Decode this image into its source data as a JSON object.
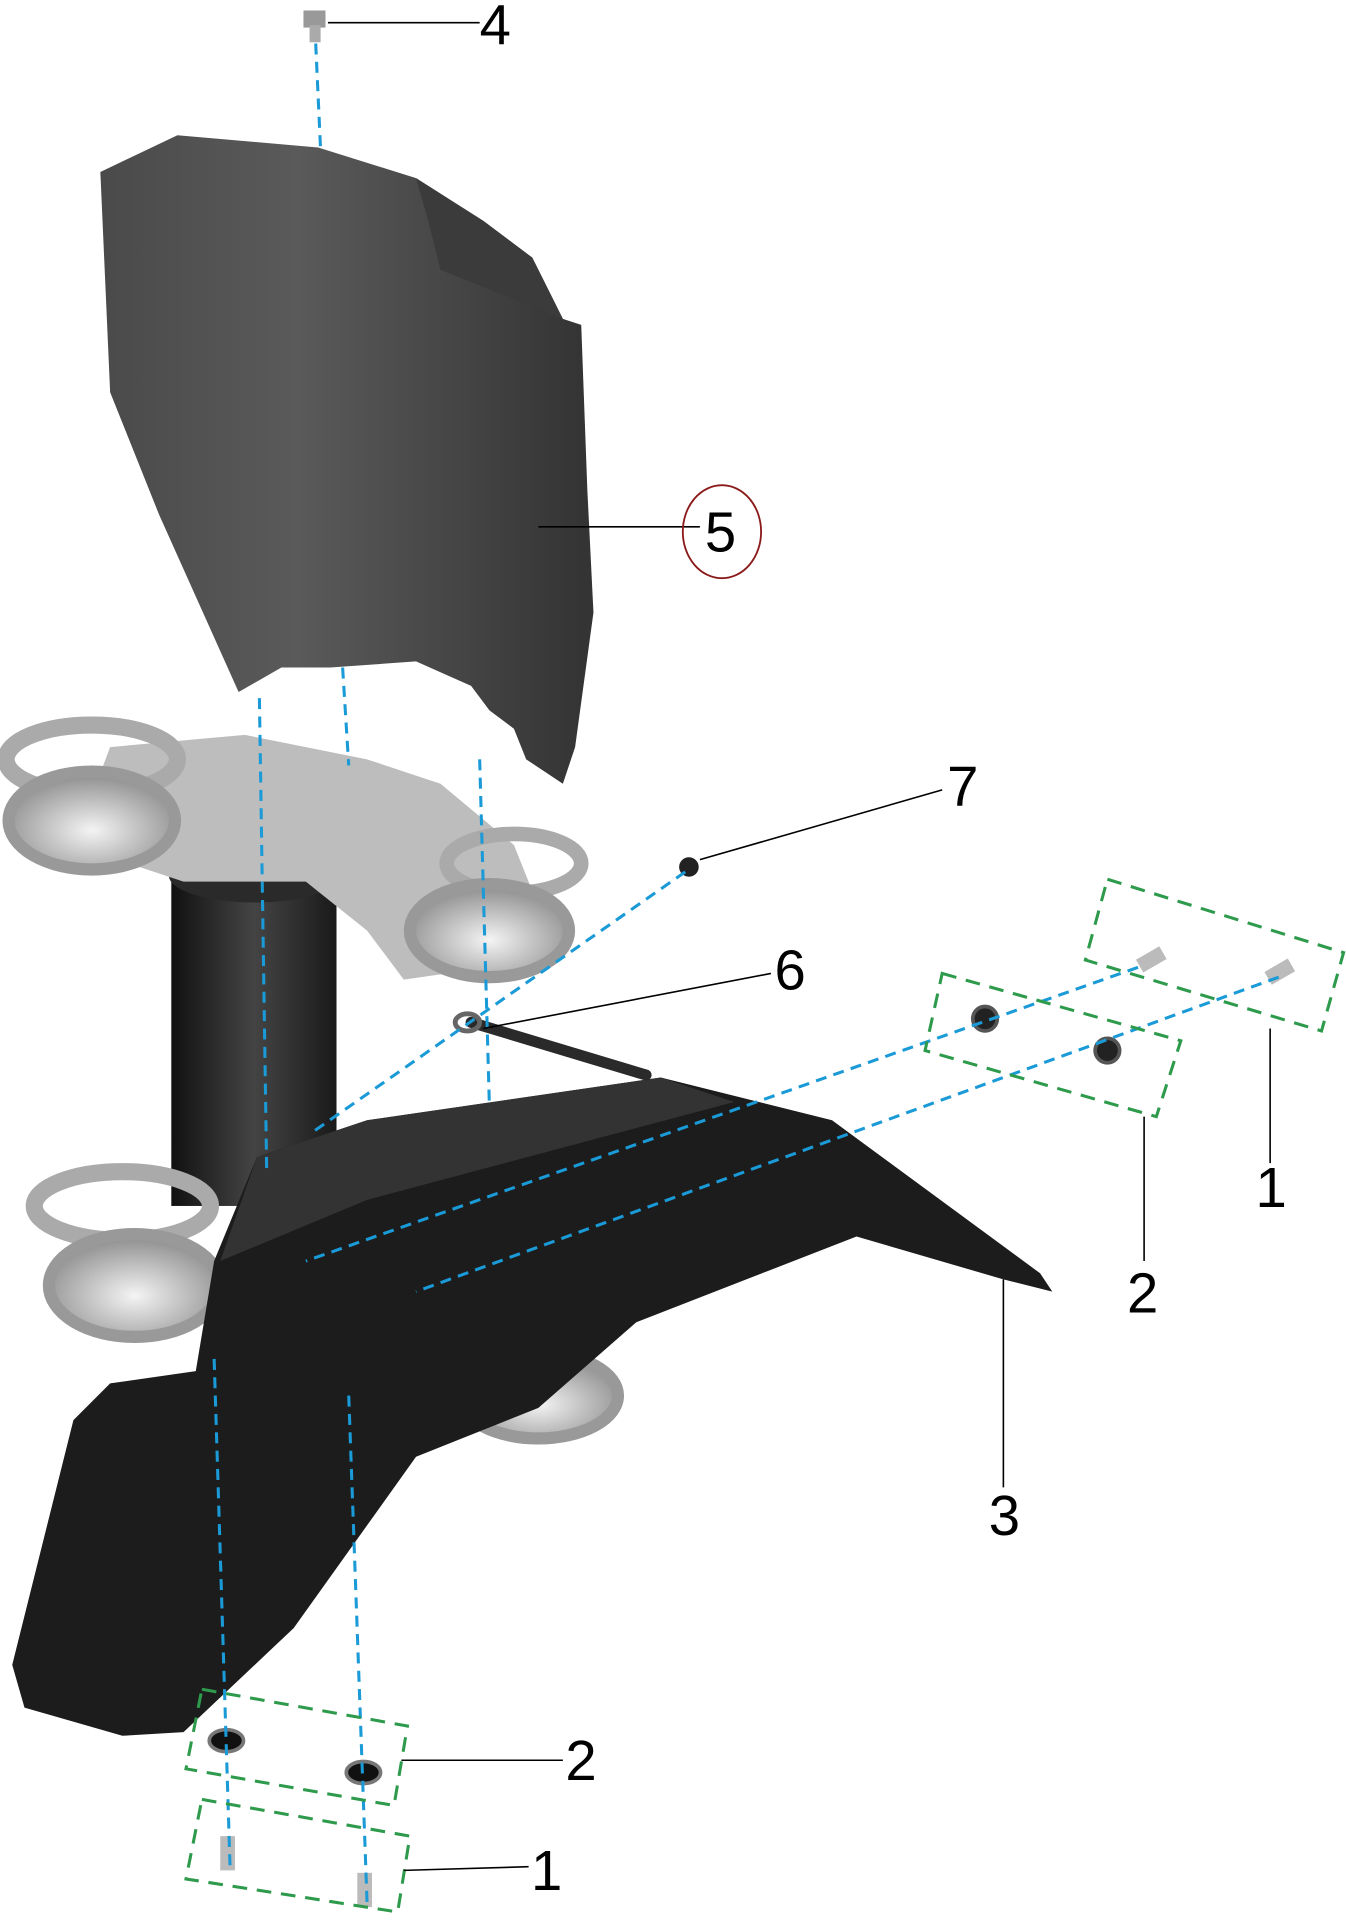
{
  "diagram": {
    "callouts": [
      {
        "id": "c4",
        "label": "4"
      },
      {
        "id": "c5",
        "label": "5",
        "highlighted": true
      },
      {
        "id": "c7",
        "label": "7"
      },
      {
        "id": "c6",
        "label": "6"
      },
      {
        "id": "c1a",
        "label": "1"
      },
      {
        "id": "c2a",
        "label": "2"
      },
      {
        "id": "c3",
        "label": "3"
      },
      {
        "id": "c2b",
        "label": "2"
      },
      {
        "id": "c1b",
        "label": "1"
      }
    ],
    "colors": {
      "assembly_line": "#1a9ad6",
      "group_box": "#2e9a4c",
      "highlight_circle": "#8b1a1a",
      "part_dark": "#2a2a2a",
      "clamp": "#c8c8c8"
    }
  }
}
